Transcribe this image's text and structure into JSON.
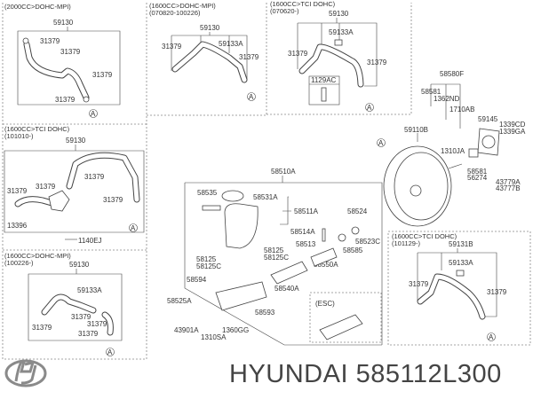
{
  "panels": {
    "p1": {
      "header": "(2000CC>DOHC-MPI)",
      "part": "59130",
      "clamp": "31379"
    },
    "p2": {
      "header": "(1600CC>DOHC-MPI)",
      "range": "(070820-100226)",
      "part": "59130",
      "clamp": "31379",
      "connector": "59133A"
    },
    "p3": {
      "header": "(1600CC>TCI DOHC)",
      "range": "(070620-)",
      "part": "59130",
      "clamp": "31379",
      "connector": "59133A",
      "bolt": "1129AC"
    },
    "p4": {
      "header": "(1600CC>TCI DOHC)",
      "range": "(101010-)",
      "part": "59130",
      "clamp": "31379",
      "p13396": "13396",
      "p1140EJ": "1140EJ"
    },
    "p5": {
      "header": "(1600CC>DOHC-MPI)",
      "range": "(100226-)",
      "part": "59130",
      "clamp": "31379",
      "connector": "59133A"
    },
    "p6": {
      "header": "(1600CC>TCI DOHC)",
      "range": "(101129-)",
      "part": "59131B",
      "clamp": "31379",
      "connector": "59133A"
    }
  },
  "marker": "A",
  "booster": {
    "p58580F": "58580F",
    "p58581": "58581",
    "p1362ND": "1362ND",
    "p1710AB": "1710AB",
    "p59145": "59145",
    "p1339CD": "1339CD",
    "p1339GA": "1339GA",
    "p59110B": "59110B",
    "p1310JA": "1310JA",
    "p56274": "56274",
    "p43779A": "43779A",
    "p43777B": "43777B"
  },
  "master": {
    "p58510A": "58510A",
    "p58535": "58535",
    "p58531A": "58531A",
    "p58511A": "58511A",
    "p58524": "58524",
    "p58514A": "58514A",
    "p58513": "58513",
    "p58523C": "58523C",
    "p58585": "58585",
    "p58125": "58125",
    "p58125C": "58125C",
    "p58550A": "58550A",
    "p58594": "58594",
    "p58540A": "58540A",
    "p58525A": "58525A",
    "p58593": "58593",
    "p43901A": "43901A",
    "p1360GG": "1360GG",
    "p1310SA": "1310SA",
    "esc": "(ESC)"
  },
  "footer": {
    "brand_part": "HYUNDAI 585112L300",
    "logo_text": "HYUNDAI"
  }
}
